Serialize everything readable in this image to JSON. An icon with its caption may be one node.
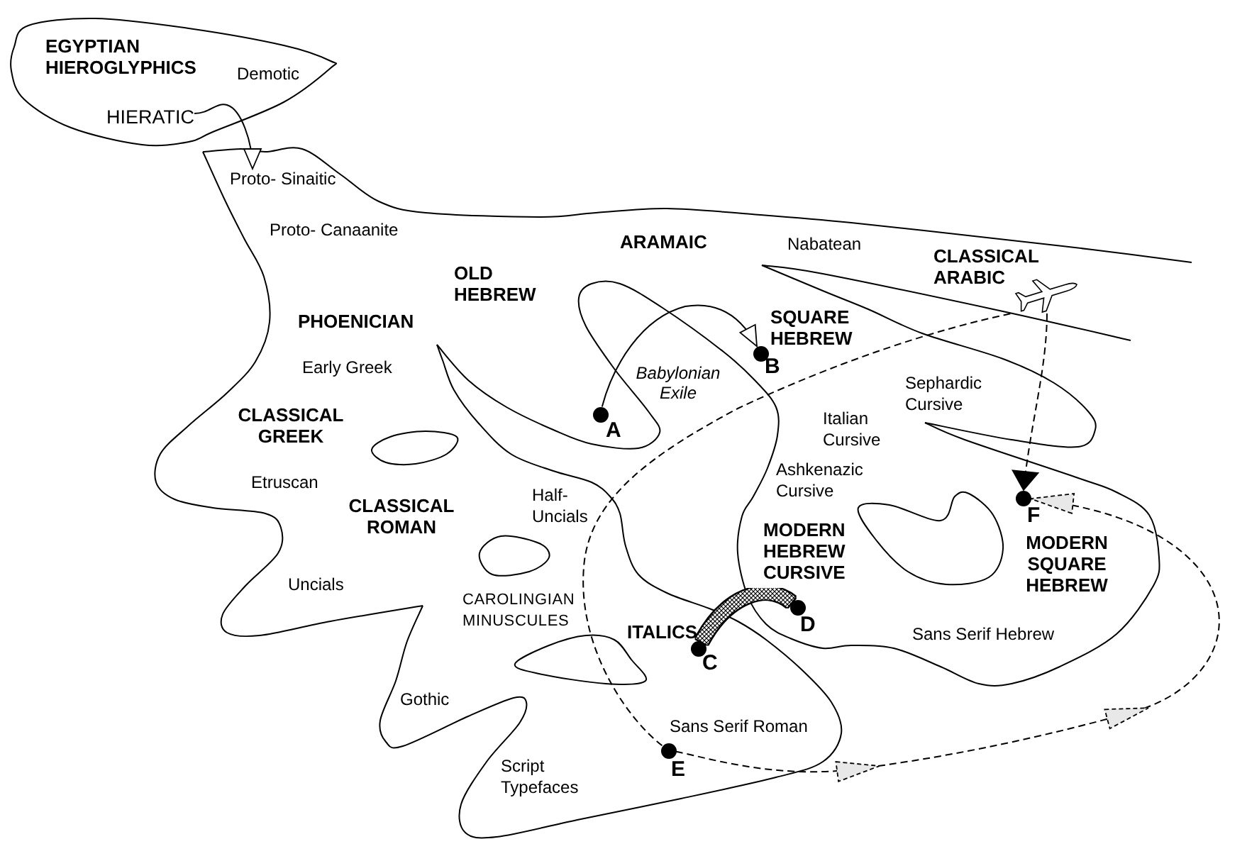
{
  "diagram": {
    "nodes": [
      {
        "text": [
          "EGYPTIAN HIEROGLYPHICS",
          "Demotic"
        ]
      },
      {
        "text": [
          "HIERATIC"
        ],
        "in": 0
      },
      {
        "text": [
          "Proto- Sinaitic"
        ]
      },
      {
        "text": [],
        "shape": "picture"
      },
      {
        "text": [],
        "shape": "circle",
        "beside": [
          "B"
        ]
      },
      {
        "text": [],
        "shape": "circle",
        "beside": [
          "A"
        ]
      },
      {
        "text": [],
        "shape": "circle",
        "beside": [
          "F"
        ]
      },
      {
        "text": [],
        "shape": "circle",
        "beside": [
          "D"
        ]
      },
      {
        "text": [],
        "shape": "circle",
        "beside": [
          "C"
        ]
      },
      {
        "text": [],
        "shape": "circle",
        "beside": [
          "E"
        ]
      }
    ],
    "edges": [
      {
        "from": 1,
        "to": 2,
        "arrow": "to"
      },
      {
        "from": 5,
        "to": 4,
        "arrow": "to"
      },
      {
        "from": 8,
        "to": 7,
        "arrow": "none",
        "style": "thick"
      },
      {
        "from": 9,
        "to": 3,
        "arrow": "none",
        "style": "dashed"
      },
      {
        "from": 3,
        "to": 6,
        "arrow": "to",
        "style": "dashed"
      },
      {
        "from": 9,
        "to": 6,
        "arrow": "to",
        "style": "dashed"
      }
    ],
    "labels": [
      "Proto- Canaanite",
      "ARAMAIC",
      "Nabatean",
      "CLASSICAL ARABIC",
      "OLD HEBREW",
      "SQUARE HEBREW",
      "PHOENICIAN",
      "Early Greek",
      "Babylonian Exile",
      "Sephardic Cursive",
      "Italian Cursive",
      "CLASSICAL GREEK",
      "Ashkenazic Cursive",
      "Etruscan",
      "Half- Uncials",
      "CLASSICAL ROMAN",
      "MODERN HEBREW CURSIVE",
      "MODERN SQUARE HEBREW",
      "Uncials",
      "CAROLINGIAN MINUSCULES",
      "ITALICS",
      "Sans Serif Hebrew",
      "Gothic",
      "Sans Serif Roman",
      "Script Typefaces"
    ]
  }
}
